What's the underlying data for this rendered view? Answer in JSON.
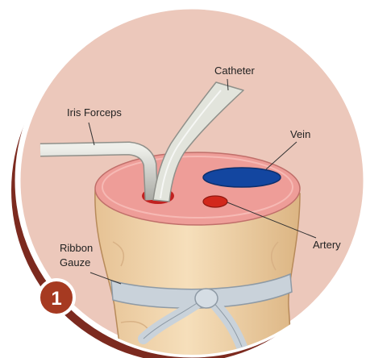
{
  "labels": {
    "catheter": "Catheter",
    "iris_forceps": "Iris Forceps",
    "vein": "Vein",
    "artery": "Artery",
    "ribbon_gauze_line1": "Ribbon",
    "ribbon_gauze_line2": "Gauze"
  },
  "badge": {
    "number": "1"
  },
  "colors": {
    "background_disc": "#ecc8bb",
    "outer_ring": "#7c2a1f",
    "disc_border": "#ffffff",
    "stump_skin": "#f3d9b2",
    "stump_cut_surface": "#ee9d98",
    "vein": "#1346a0",
    "artery": "#d2281c",
    "instrument_grey": "#c8c9c4",
    "catheter_grey": "#e2e4dc",
    "gauze": "#c9d2da",
    "badge_fill": "#a63a21",
    "badge_border": "#ffffff"
  }
}
